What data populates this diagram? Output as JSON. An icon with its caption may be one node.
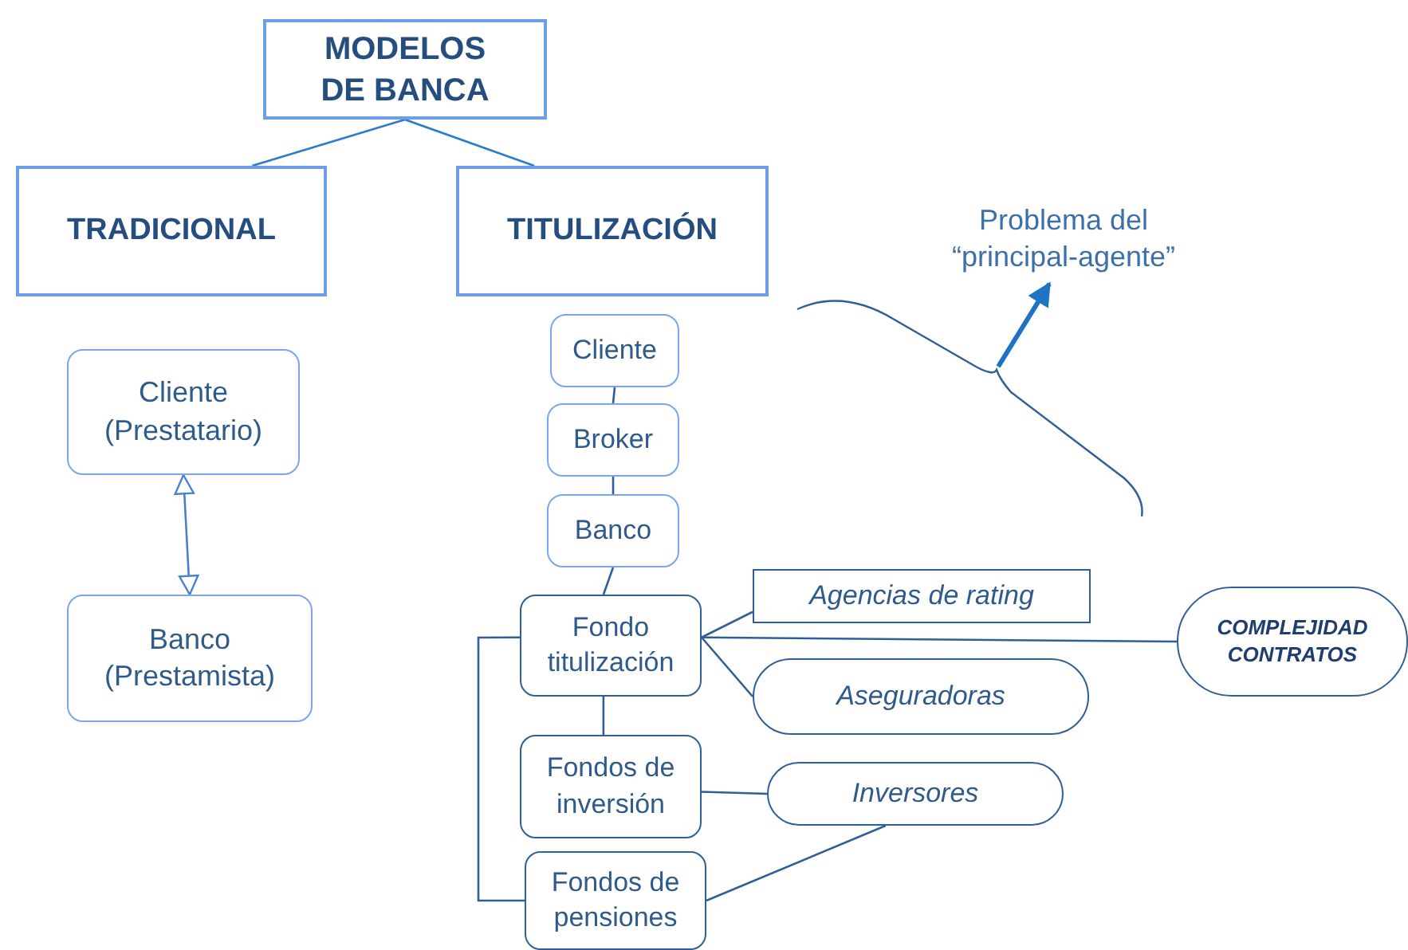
{
  "diagram": {
    "nodes": [
      {
        "text": [
          "MODELOS DE BANCA"
        ]
      },
      {
        "text": [
          "TRADICIONAL"
        ]
      },
      {
        "text": [
          "TITULIZACIÓN"
        ]
      },
      {
        "text": [
          "Cliente (Prestatario)"
        ]
      },
      {
        "text": [
          "Banco (Prestamista)"
        ]
      },
      {
        "text": [
          "Cliente"
        ]
      },
      {
        "text": [
          "Broker"
        ]
      },
      {
        "text": [
          "Banco"
        ]
      },
      {
        "text": [
          "Fondo titulización"
        ]
      },
      {
        "text": [
          "Agencias de rating"
        ]
      },
      {
        "text": [
          "Aseguradoras"
        ]
      },
      {
        "text": [
          "COMPLEJIDAD CONTRATOS"
        ]
      },
      {
        "text": [
          "Fondos de inversión"
        ]
      },
      {
        "text": [
          "Inversores"
        ]
      },
      {
        "text": [
          "Fondos de pensiones"
        ]
      },
      {
        "text": [
          "Problema del “principal-agente”"
        ]
      }
    ],
    "edges": [
      {
        "from": 0,
        "to": 1,
        "arrow": "none"
      },
      {
        "from": 0,
        "to": 2,
        "arrow": "none"
      },
      {
        "from": 3,
        "to": 4,
        "arrow": "both"
      },
      {
        "from": 5,
        "to": 6,
        "arrow": "none"
      },
      {
        "from": 6,
        "to": 7,
        "arrow": "none"
      },
      {
        "from": 7,
        "to": 8,
        "arrow": "none"
      },
      {
        "from": 8,
        "to": 9,
        "arrow": "none"
      },
      {
        "from": 8,
        "to": 10,
        "arrow": "none"
      },
      {
        "from": 8,
        "to": 11,
        "arrow": "none"
      },
      {
        "from": 8,
        "to": 12,
        "arrow": "none"
      },
      {
        "from": 12,
        "to": 13,
        "arrow": "none"
      },
      {
        "from": 14,
        "to": 13,
        "arrow": "none"
      },
      {
        "from": 8,
        "to": 14,
        "arrow": "none"
      },
      {
        "from": null,
        "to": 15,
        "arrow": "to",
        "style": "thick",
        "color": "#1f73c4"
      }
    ]
  }
}
